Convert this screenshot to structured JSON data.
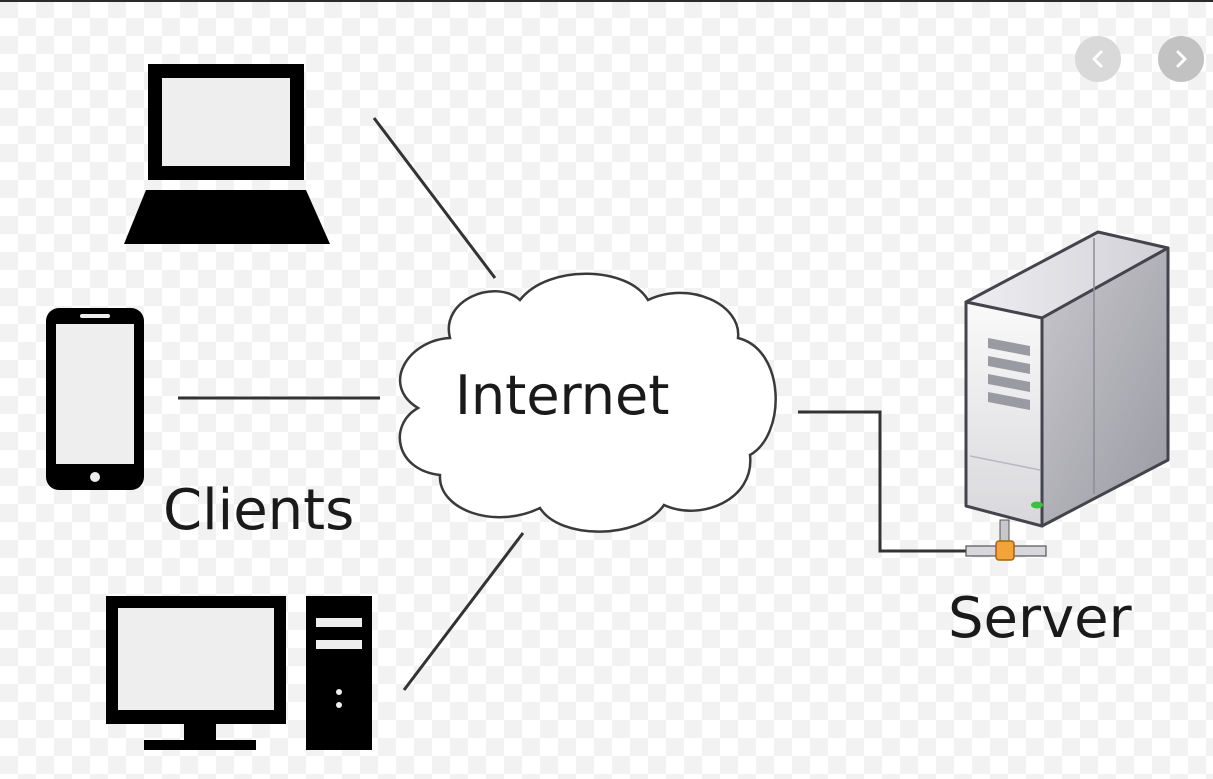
{
  "diagram": {
    "cloud_label": "Internet",
    "clients_label": "Clients",
    "server_label": "Server"
  },
  "viewer": {
    "prev_icon": "chevron-left-icon",
    "next_icon": "chevron-right-icon"
  },
  "colors": {
    "device_fill": "#000000",
    "screen_fill": "#eeeeee",
    "line": "#333333",
    "cloud_outline": "#3a3a3a",
    "connector_orange": "#f2a33a",
    "server_led": "#3fbf3f",
    "nav_button": "#c8c8c8"
  }
}
